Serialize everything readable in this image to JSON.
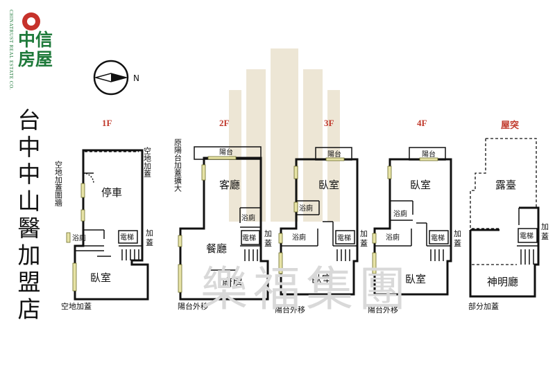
{
  "logo": {
    "name": "中信房屋",
    "side_text": "CHINATRUST REAL ESTATE CO."
  },
  "compass": {
    "north_label": "N"
  },
  "title": "台中中山醫加盟店",
  "watermark": "樂福集團",
  "floors": [
    {
      "label": "1F"
    },
    {
      "label": "2F"
    },
    {
      "label": "3F"
    },
    {
      "label": "4F"
    },
    {
      "label": "屋突"
    }
  ],
  "rooms": {
    "f1": {
      "parking": "停車",
      "bath": "浴廁",
      "elevator": "電梯",
      "bedroom": "臥室",
      "note_left": "空地加蓋圍牆",
      "note_top_right": "空地加蓋",
      "note_right": "加蓋",
      "note_bottom": "空地加蓋"
    },
    "f2": {
      "balcony": "陽台",
      "living": "客廳",
      "bath": "浴廁",
      "elevator": "電梯",
      "dining": "餐廳",
      "kitchen": "廚房",
      "note_left": "原陽台加蓋擴大",
      "note_right": "加蓋",
      "note_bottom": "陽台外移"
    },
    "f3": {
      "balcony": "陽台",
      "bedroom_top": "臥室",
      "bath_top": "浴廁",
      "bath": "浴廁",
      "elevator": "電梯",
      "bedroom": "臥室",
      "note_right": "加蓋",
      "note_bottom": "陽台外移"
    },
    "f4": {
      "balcony": "陽台",
      "bedroom_top": "臥室",
      "bath_top": "浴廁",
      "bath": "浴廁",
      "elevator": "電梯",
      "bedroom": "臥室",
      "note_right": "加蓋",
      "note_bottom": "陽台外移"
    },
    "roof": {
      "terrace": "露臺",
      "elevator": "電梯",
      "shrine": "神明廳",
      "note_right": "加蓋",
      "note_bottom": "部分加蓋"
    }
  }
}
